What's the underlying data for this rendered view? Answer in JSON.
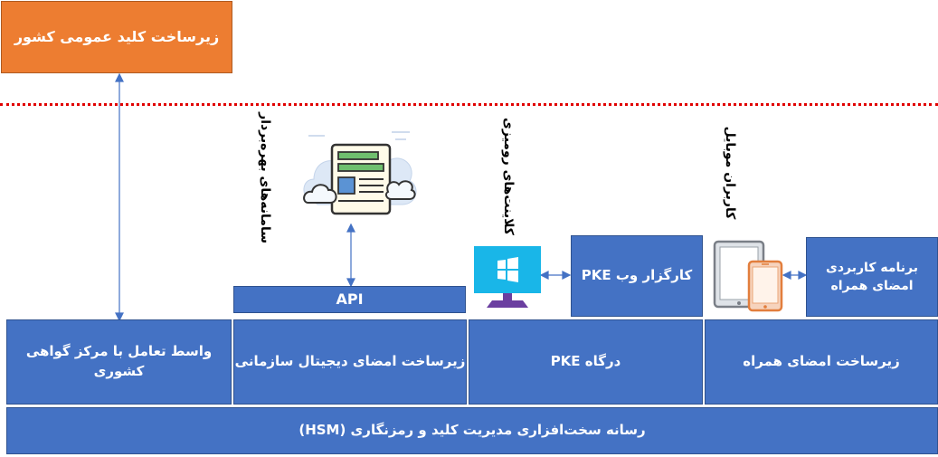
{
  "top_box": "زیرساخت کلید عمومی کشور",
  "labels": {
    "beneficiary_systems": "سامانه‌های بهره‌بردار",
    "desktop_clients": "کلاینت‌های رومیزی",
    "mobile_users": "کاربران موبایل"
  },
  "api_box": "API",
  "pke_web_agent": "کارگزار وب PKE",
  "mobile_app": "برنامه کاربردی امضای همراه",
  "services": {
    "national_ca_interface": "واسط تعامل با مرکز گواهی کشوری",
    "org_digital_signature": "زیرساخت امضای دیجیتال سازمانی",
    "pke_gateway": "درگاه PKE",
    "mobile_signature": "زیرساخت امضای همراه"
  },
  "hsm_bar": "رسانه سخت‌افزاری مدیریت کلید و رمزنگاری (HSM)",
  "colors": {
    "box_blue": "#4472c4",
    "box_orange": "#ed7d31",
    "divider_red": "#e00000",
    "connector": "#4472c4"
  },
  "icons": [
    "cloud-document-icon",
    "windows-monitor-icon",
    "tablet-phone-icon"
  ]
}
